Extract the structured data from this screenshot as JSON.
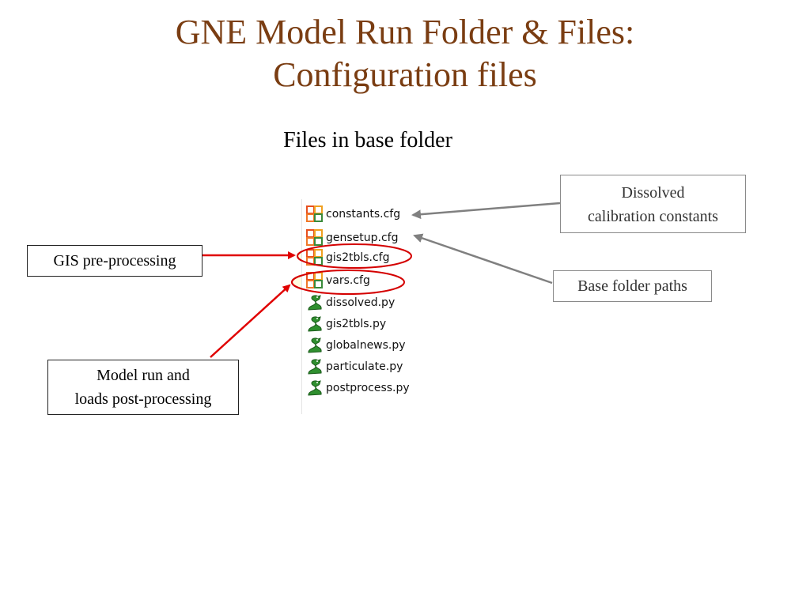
{
  "slide": {
    "title_line1": "GNE Model Run Folder & Files:",
    "title_line2": "Configuration files",
    "subtitle": "Files in base folder"
  },
  "callouts": {
    "gis_preprocessing": "GIS pre-processing",
    "model_run_line1": "Model run and",
    "model_run_line2": "loads post-processing",
    "dissolved_line1": "Dissolved",
    "dissolved_line2": "calibration constants",
    "base_folder_paths": "Base folder paths"
  },
  "files": [
    {
      "name": "constants.cfg",
      "icon": "config-file-icon"
    },
    {
      "name": "gensetup.cfg",
      "icon": "config-file-icon"
    },
    {
      "name": "gis2tbls.cfg",
      "icon": "config-file-icon"
    },
    {
      "name": "vars.cfg",
      "icon": "config-file-icon"
    },
    {
      "name": "dissolved.py",
      "icon": "python-file-icon"
    },
    {
      "name": "gis2tbls.py",
      "icon": "python-file-icon"
    },
    {
      "name": "globalnews.py",
      "icon": "python-file-icon"
    },
    {
      "name": "particulate.py",
      "icon": "python-file-icon"
    },
    {
      "name": "postprocess.py",
      "icon": "python-file-icon"
    }
  ],
  "colors": {
    "title": "#7a3d12",
    "red_arrow": "#e00000",
    "gray_arrow": "#808080",
    "highlight_ellipse": "#d40000",
    "highlight_fill": "#fffde0"
  }
}
